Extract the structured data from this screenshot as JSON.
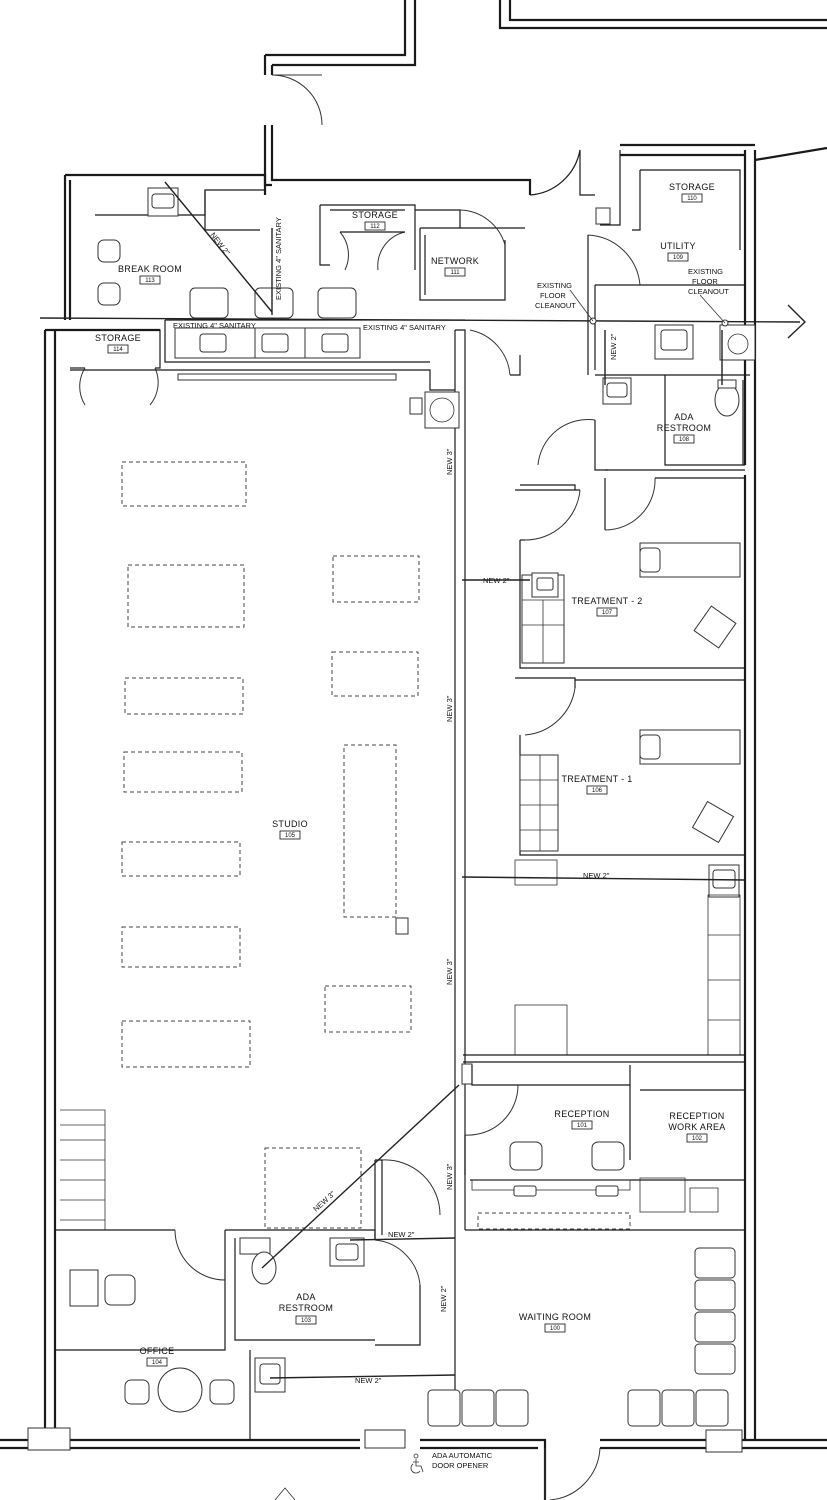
{
  "rooms": [
    {
      "id": "break_room",
      "name": "BREAK ROOM",
      "number": "113"
    },
    {
      "id": "storage_112",
      "name": "STORAGE",
      "number": "112"
    },
    {
      "id": "network",
      "name": "NETWORK",
      "number": "111"
    },
    {
      "id": "storage_110",
      "name": "STORAGE",
      "number": "110"
    },
    {
      "id": "utility",
      "name": "UTILITY",
      "number": "109"
    },
    {
      "id": "storage_114",
      "name": "STORAGE",
      "number": "114"
    },
    {
      "id": "ada_restroom_108",
      "name_line1": "ADA",
      "name_line2": "RESTROOM",
      "number": "108"
    },
    {
      "id": "treatment_2",
      "name": "TREATMENT - 2",
      "number": "107"
    },
    {
      "id": "treatment_1",
      "name": "TREATMENT - 1",
      "number": "106"
    },
    {
      "id": "studio",
      "name": "STUDIO",
      "number": "105"
    },
    {
      "id": "reception",
      "name": "RECEPTION",
      "number": "101"
    },
    {
      "id": "reception_work",
      "name_line1": "RECEPTION",
      "name_line2": "WORK AREA",
      "number": "102"
    },
    {
      "id": "ada_restroom_103",
      "name_line1": "ADA",
      "name_line2": "RESTROOM",
      "number": "103"
    },
    {
      "id": "office",
      "name": "OFFICE",
      "number": "104"
    },
    {
      "id": "waiting",
      "name": "WAITING ROOM",
      "number": "100"
    }
  ],
  "plumbing": {
    "existing_sanitary_1": "EXISTING 4\" SANITARY",
    "existing_sanitary_2": "EXISTING 4\" SANITARY",
    "existing_sanitary_vertical": "EXISTING 4\" SANITARY",
    "new_2_break": "NEW 2\"",
    "new_3_top": "NEW 3\"",
    "new_3_mid": "NEW 3\"",
    "new_3_low": "NEW 3\"",
    "new_3_diag": "NEW 3\"",
    "new_3_reception": "NEW 3\"",
    "new_2_t2": "NEW 2\"",
    "new_2_t1": "NEW 2\"",
    "new_2_restroom_top": "NEW 2\"",
    "new_2_waiting_vertical": "NEW 2\"",
    "new_2_bottom": "NEW 2\"",
    "new_2_ada108": "NEW 2\""
  },
  "notes": {
    "cleanout_1_line1": "EXISTING",
    "cleanout_1_line2": "FLOOR",
    "cleanout_1_line3": "CLEANOUT",
    "cleanout_2_line1": "EXISTING",
    "cleanout_2_line2": "FLOOR",
    "cleanout_2_line3": "CLEANOUT",
    "door_opener_line1": "ADA AUTOMATIC",
    "door_opener_line2": "DOOR OPENER"
  },
  "icons": [
    "accessibility-icon",
    "direction-arrow-icon"
  ]
}
